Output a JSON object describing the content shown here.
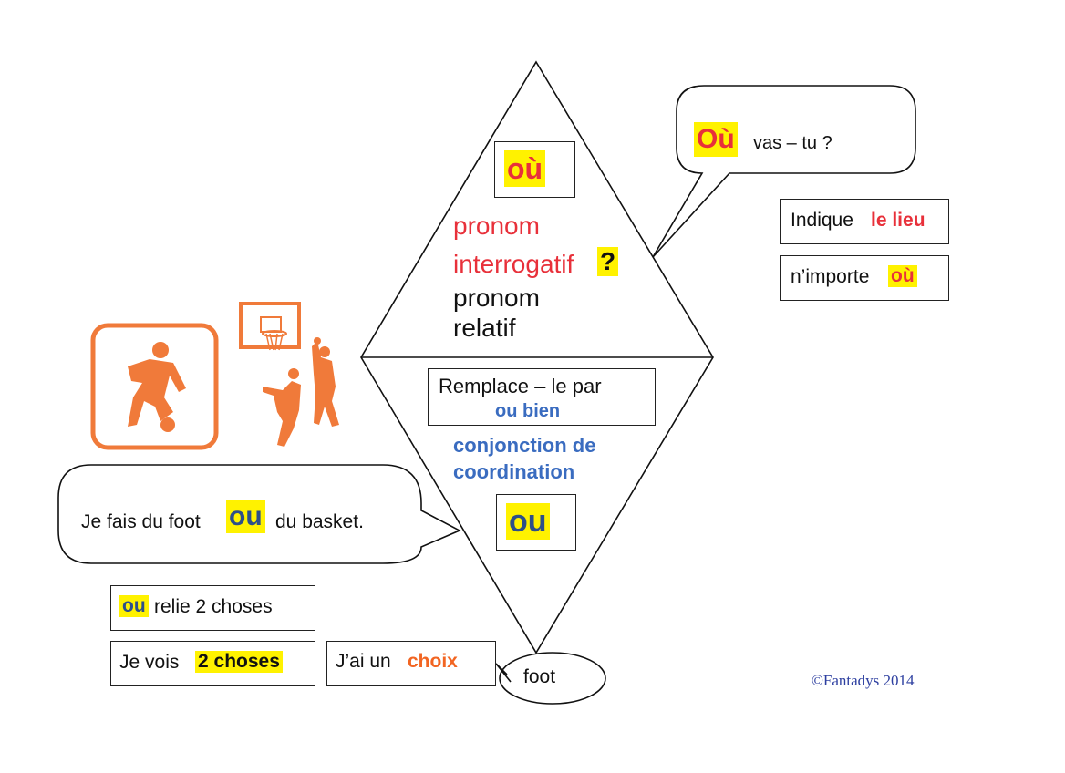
{
  "colors": {
    "red": "#e8303a",
    "blue": "#3a6cc0",
    "orange": "#f26522",
    "highlight": "#fff200",
    "sport_orange": "#f07a3a"
  },
  "icons": {
    "football": "football-player-icon",
    "basketball": "basketball-players-icon"
  },
  "top_section": {
    "word": "où",
    "line1": "pronom",
    "line2": "interrogatif",
    "question_mark": "?",
    "line3": "pronom",
    "line4": "relatif"
  },
  "bottom_section": {
    "replace_text": "Remplace – le  par",
    "replace_word": "ou bien",
    "conj_line1": "conjonction de",
    "conj_line2": "coordination",
    "word": "ou"
  },
  "right_bubble": {
    "word": "Où",
    "rest": "vas – tu ?"
  },
  "right_boxes": {
    "box1_prefix": "Indique",
    "box1_emph": "le lieu",
    "box2_prefix": "n’importe",
    "box2_emph": "où"
  },
  "left_bubble": {
    "prefix": "Je fais du foot",
    "word": "ou",
    "suffix": "du basket."
  },
  "bottom_boxes": {
    "box1_word": "ou",
    "box1_rest": "relie 2 choses",
    "box2_prefix": "Je vois",
    "box2_emph": "2 choses",
    "box3_prefix": "J’ai un",
    "box3_emph": "choix"
  },
  "foot_bubble": "foot",
  "copyright": "©Fantadys 2014"
}
